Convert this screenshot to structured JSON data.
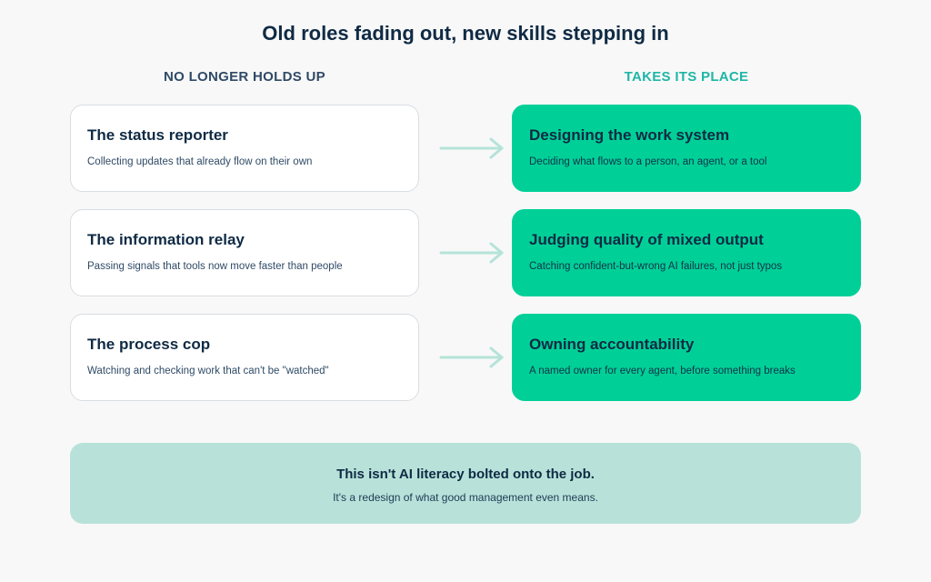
{
  "title": "Old roles fading out, new skills stepping in",
  "columns": {
    "left": "NO LONGER HOLDS UP",
    "right": "TAKES ITS PLACE"
  },
  "rows": [
    {
      "old": {
        "title": "The status reporter",
        "desc": "Collecting updates that already flow on their own"
      },
      "new": {
        "title": "Designing the work system",
        "desc": "Deciding what flows to a person, an agent, or a tool"
      }
    },
    {
      "old": {
        "title": "The information relay",
        "desc": "Passing signals that tools now move faster than people"
      },
      "new": {
        "title": "Judging quality of mixed output",
        "desc": "Catching confident-but-wrong AI failures, not just typos"
      }
    },
    {
      "old": {
        "title": "The process cop",
        "desc": "Watching and checking work that can't be \"watched\""
      },
      "new": {
        "title": "Owning accountability",
        "desc": "A named owner for every agent, before something breaks"
      }
    }
  ],
  "note": {
    "title": "This isn't AI literacy bolted onto the job.",
    "subtitle": "It's a redesign of what good management even means."
  },
  "colors": {
    "accent": "#00d097",
    "accent_text": "#1fb6a6",
    "note_bg": "#b8e2d9",
    "arrow": "#b5e3d8"
  },
  "icons": [
    "arrow-right-icon"
  ]
}
